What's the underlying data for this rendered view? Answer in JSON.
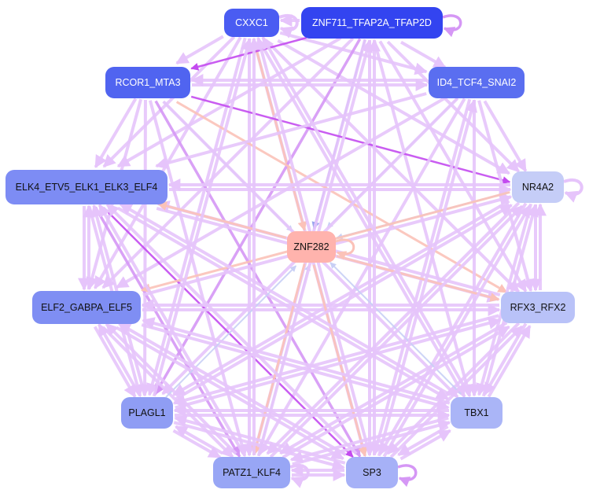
{
  "graph": {
    "nodes": [
      {
        "id": "CXXC1",
        "label": "CXXC1",
        "fill": "#4a5cf2",
        "text_color": "#ffffff"
      },
      {
        "id": "ZNF711",
        "label": "ZNF711_TFAP2A_TFAP2D",
        "fill": "#3344f0",
        "text_color": "#ffffff"
      },
      {
        "id": "RCOR1",
        "label": "RCOR1_MTA3",
        "fill": "#5064f0",
        "text_color": "#ffffff"
      },
      {
        "id": "ID4",
        "label": "ID4_TCF4_SNAI2",
        "fill": "#5a6ef0",
        "text_color": "#ffffff"
      },
      {
        "id": "ELK4",
        "label": "ELK4_ETV5_ELK1_ELK3_ELF4",
        "fill": "#7d8cf4",
        "text_color": "#111111"
      },
      {
        "id": "NR4A2",
        "label": "NR4A2",
        "fill": "#c5cdf7",
        "text_color": "#111111"
      },
      {
        "id": "ZNF282",
        "label": "ZNF282",
        "fill": "#ffb3ad",
        "text_color": "#111111"
      },
      {
        "id": "ELF2",
        "label": "ELF2_GABPA_ELF5",
        "fill": "#7f8ef3",
        "text_color": "#111111"
      },
      {
        "id": "RFX3",
        "label": "RFX3_RFX2",
        "fill": "#b9c2f8",
        "text_color": "#111111"
      },
      {
        "id": "PLAGL1",
        "label": "PLAGL1",
        "fill": "#8f9df4",
        "text_color": "#111111"
      },
      {
        "id": "TBX1",
        "label": "TBX1",
        "fill": "#aab5f7",
        "text_color": "#111111"
      },
      {
        "id": "PATZ1",
        "label": "PATZ1_KLF4",
        "fill": "#98a6f5",
        "text_color": "#111111"
      },
      {
        "id": "SP3",
        "label": "SP3",
        "fill": "#a6b1f7",
        "text_color": "#111111"
      }
    ],
    "edge_colors": {
      "light": "#e6c4fb",
      "mid": "#d597f5",
      "strong": "#c34bef",
      "blue": "#9aa4ee",
      "paleblue": "#c8cff5",
      "salmon": "#fbc2b8"
    },
    "edges": [
      {
        "from": "CXXC1",
        "to": "RCOR1",
        "c": "light"
      },
      {
        "from": "CXXC1",
        "to": "ELK4",
        "c": "light"
      },
      {
        "from": "CXXC1",
        "to": "ELF2",
        "c": "light"
      },
      {
        "from": "CXXC1",
        "to": "PLAGL1",
        "c": "light"
      },
      {
        "from": "CXXC1",
        "to": "PATZ1",
        "c": "light"
      },
      {
        "from": "CXXC1",
        "to": "SP3",
        "c": "light"
      },
      {
        "from": "CXXC1",
        "to": "TBX1",
        "c": "light"
      },
      {
        "from": "CXXC1",
        "to": "RFX3",
        "c": "light"
      },
      {
        "from": "CXXC1",
        "to": "NR4A2",
        "c": "light"
      },
      {
        "from": "CXXC1",
        "to": "ID4",
        "c": "light"
      },
      {
        "from": "CXXC1",
        "to": "ZNF282",
        "c": "salmon"
      },
      {
        "from": "ZNF711",
        "to": "RCOR1",
        "c": "strong"
      },
      {
        "from": "ZNF711",
        "to": "ZNF282",
        "c": "blue"
      },
      {
        "from": "ZNF711",
        "to": "ELK4",
        "c": "light"
      },
      {
        "from": "ZNF711",
        "to": "ELF2",
        "c": "light"
      },
      {
        "from": "ZNF711",
        "to": "PLAGL1",
        "c": "mid"
      },
      {
        "from": "ZNF711",
        "to": "PATZ1",
        "c": "light"
      },
      {
        "from": "ZNF711",
        "to": "SP3",
        "c": "light"
      },
      {
        "from": "ZNF711",
        "to": "TBX1",
        "c": "light"
      },
      {
        "from": "ZNF711",
        "to": "RFX3",
        "c": "light"
      },
      {
        "from": "ZNF711",
        "to": "NR4A2",
        "c": "light"
      },
      {
        "from": "ZNF711",
        "to": "ID4",
        "c": "light"
      },
      {
        "from": "ZNF711",
        "to": "CXXC1",
        "c": "light"
      },
      {
        "from": "RCOR1",
        "to": "ELK4",
        "c": "light"
      },
      {
        "from": "RCOR1",
        "to": "NR4A2",
        "c": "strong"
      },
      {
        "from": "RCOR1",
        "to": "ZNF282",
        "c": "paleblue"
      },
      {
        "from": "RCOR1",
        "to": "RFX3",
        "c": "salmon"
      },
      {
        "from": "RCOR1",
        "to": "SP3",
        "c": "mid"
      },
      {
        "from": "RCOR1",
        "to": "PATZ1",
        "c": "light"
      },
      {
        "from": "RCOR1",
        "to": "PLAGL1",
        "c": "light"
      },
      {
        "from": "RCOR1",
        "to": "TBX1",
        "c": "light"
      },
      {
        "from": "RCOR1",
        "to": "ELF2",
        "c": "light"
      },
      {
        "from": "RCOR1",
        "to": "ID4",
        "c": "light"
      },
      {
        "from": "ID4",
        "to": "RCOR1",
        "c": "light"
      },
      {
        "from": "ID4",
        "to": "ZNF282",
        "c": "paleblue"
      },
      {
        "from": "ID4",
        "to": "ELK4",
        "c": "light"
      },
      {
        "from": "ID4",
        "to": "ELF2",
        "c": "light"
      },
      {
        "from": "ID4",
        "to": "PLAGL1",
        "c": "light"
      },
      {
        "from": "ID4",
        "to": "PATZ1",
        "c": "light"
      },
      {
        "from": "ID4",
        "to": "SP3",
        "c": "light"
      },
      {
        "from": "ID4",
        "to": "TBX1",
        "c": "light"
      },
      {
        "from": "ID4",
        "to": "RFX3",
        "c": "light"
      },
      {
        "from": "ID4",
        "to": "NR4A2",
        "c": "light"
      },
      {
        "from": "ELK4",
        "to": "NR4A2",
        "c": "light"
      },
      {
        "from": "ELK4",
        "to": "ELF2",
        "c": "light"
      },
      {
        "from": "ELK4",
        "to": "SP3",
        "c": "strong"
      },
      {
        "from": "ELK4",
        "to": "PATZ1",
        "c": "mid"
      },
      {
        "from": "ELK4",
        "to": "TBX1",
        "c": "light"
      },
      {
        "from": "ELK4",
        "to": "RFX3",
        "c": "light"
      },
      {
        "from": "ELK4",
        "to": "PLAGL1",
        "c": "light"
      },
      {
        "from": "ELF2",
        "to": "ELK4",
        "c": "light"
      },
      {
        "from": "ELF2",
        "to": "NR4A2",
        "c": "light"
      },
      {
        "from": "ELF2",
        "to": "RFX3",
        "c": "light"
      },
      {
        "from": "ELF2",
        "to": "TBX1",
        "c": "light"
      },
      {
        "from": "ELF2",
        "to": "SP3",
        "c": "light"
      },
      {
        "from": "ELF2",
        "to": "PATZ1",
        "c": "light"
      },
      {
        "from": "ELF2",
        "to": "PLAGL1",
        "c": "light"
      },
      {
        "from": "NR4A2",
        "to": "ZNF282",
        "c": "paleblue"
      },
      {
        "from": "NR4A2",
        "to": "ELF2",
        "c": "salmon"
      },
      {
        "from": "NR4A2",
        "to": "PLAGL1",
        "c": "light"
      },
      {
        "from": "NR4A2",
        "to": "PATZ1",
        "c": "light"
      },
      {
        "from": "NR4A2",
        "to": "SP3",
        "c": "light"
      },
      {
        "from": "NR4A2",
        "to": "TBX1",
        "c": "light"
      },
      {
        "from": "NR4A2",
        "to": "RFX3",
        "c": "light"
      },
      {
        "from": "NR4A2",
        "to": "ELK4",
        "c": "light"
      },
      {
        "from": "RFX3",
        "to": "NR4A2",
        "c": "light"
      },
      {
        "from": "RFX3",
        "to": "ELF2",
        "c": "light"
      },
      {
        "from": "RFX3",
        "to": "PLAGL1",
        "c": "light"
      },
      {
        "from": "RFX3",
        "to": "PATZ1",
        "c": "light"
      },
      {
        "from": "RFX3",
        "to": "SP3",
        "c": "light"
      },
      {
        "from": "RFX3",
        "to": "TBX1",
        "c": "light"
      },
      {
        "from": "RFX3",
        "to": "ELK4",
        "c": "light"
      },
      {
        "from": "ZNF282",
        "to": "ELK4",
        "c": "salmon"
      },
      {
        "from": "ZNF282",
        "to": "RFX3",
        "c": "salmon"
      },
      {
        "from": "ZNF282",
        "to": "PATZ1",
        "c": "salmon"
      },
      {
        "from": "ZNF282",
        "to": "SP3",
        "c": "salmon"
      },
      {
        "from": "PLAGL1",
        "to": "ZNF282",
        "c": "paleblue"
      },
      {
        "from": "PLAGL1",
        "to": "ELF2",
        "c": "light"
      },
      {
        "from": "PLAGL1",
        "to": "PATZ1",
        "c": "light"
      },
      {
        "from": "PLAGL1",
        "to": "SP3",
        "c": "light"
      },
      {
        "from": "PLAGL1",
        "to": "TBX1",
        "c": "light"
      },
      {
        "from": "PLAGL1",
        "to": "RFX3",
        "c": "light"
      },
      {
        "from": "PLAGL1",
        "to": "NR4A2",
        "c": "light"
      },
      {
        "from": "PLAGL1",
        "to": "ELK4",
        "c": "light"
      },
      {
        "from": "PLAGL1",
        "to": "CXXC1",
        "c": "light"
      },
      {
        "from": "TBX1",
        "to": "ZNF282",
        "c": "paleblue"
      },
      {
        "from": "TBX1",
        "to": "PLAGL1",
        "c": "light"
      },
      {
        "from": "TBX1",
        "to": "PATZ1",
        "c": "light"
      },
      {
        "from": "TBX1",
        "to": "SP3",
        "c": "light"
      },
      {
        "from": "TBX1",
        "to": "ELF2",
        "c": "light"
      },
      {
        "from": "TBX1",
        "to": "RFX3",
        "c": "light"
      },
      {
        "from": "TBX1",
        "to": "NR4A2",
        "c": "light"
      },
      {
        "from": "TBX1",
        "to": "ELK4",
        "c": "light"
      },
      {
        "from": "TBX1",
        "to": "CXXC1",
        "c": "light"
      },
      {
        "from": "PATZ1",
        "to": "ZNF282",
        "c": "paleblue"
      },
      {
        "from": "PATZ1",
        "to": "SP3",
        "c": "light"
      },
      {
        "from": "PATZ1",
        "to": "TBX1",
        "c": "light"
      },
      {
        "from": "PATZ1",
        "to": "PLAGL1",
        "c": "light"
      },
      {
        "from": "PATZ1",
        "to": "ELF2",
        "c": "light"
      },
      {
        "from": "PATZ1",
        "to": "RFX3",
        "c": "light"
      },
      {
        "from": "PATZ1",
        "to": "NR4A2",
        "c": "light"
      },
      {
        "from": "PATZ1",
        "to": "ELK4",
        "c": "light"
      },
      {
        "from": "PATZ1",
        "to": "CXXC1",
        "c": "light"
      },
      {
        "from": "PATZ1",
        "to": "ZNF711",
        "c": "light"
      },
      {
        "from": "SP3",
        "to": "PATZ1",
        "c": "light"
      },
      {
        "from": "SP3",
        "to": "TBX1",
        "c": "light"
      },
      {
        "from": "SP3",
        "to": "PLAGL1",
        "c": "light"
      },
      {
        "from": "SP3",
        "to": "ELF2",
        "c": "light"
      },
      {
        "from": "SP3",
        "to": "RFX3",
        "c": "light"
      },
      {
        "from": "SP3",
        "to": "NR4A2",
        "c": "light"
      },
      {
        "from": "SP3",
        "to": "ELK4",
        "c": "light"
      },
      {
        "from": "SP3",
        "to": "CXXC1",
        "c": "light"
      },
      {
        "from": "SP3",
        "to": "ZNF711",
        "c": "light"
      },
      {
        "from": "SP3",
        "to": "ID4",
        "c": "light"
      }
    ],
    "self_loops": [
      {
        "node": "CXXC1",
        "c": "light"
      },
      {
        "node": "ZNF711",
        "c": "mid"
      },
      {
        "node": "NR4A2",
        "c": "light"
      },
      {
        "node": "ZNF282",
        "c": "salmon"
      },
      {
        "node": "PATZ1",
        "c": "light"
      },
      {
        "node": "SP3",
        "c": "mid"
      }
    ]
  }
}
